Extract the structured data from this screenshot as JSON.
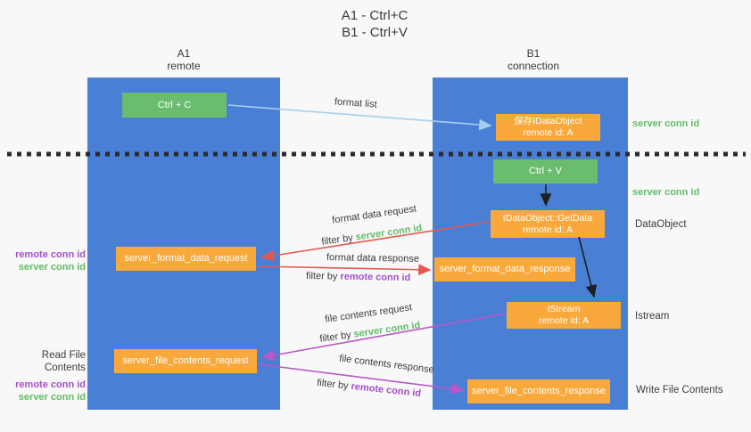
{
  "title": {
    "line1": "A1 - Ctrl+C",
    "line2": "B1 - Ctrl+V"
  },
  "columns": {
    "left": {
      "id": "A1",
      "subtitle": "remote"
    },
    "right": {
      "id": "B1",
      "subtitle": "connection"
    }
  },
  "boxes": {
    "ctrl_c": "Ctrl + C",
    "ctrl_v": "Ctrl + V",
    "save_dataobject": {
      "line1": "保存IDataObject",
      "line2": "remote id: A"
    },
    "getdata": {
      "line1": "IDataObject::GetData",
      "line2": "remote id: A"
    },
    "istream": {
      "line1": "IStream",
      "line2": "remote id: A"
    },
    "server_format_data_request": "server_format_data_request",
    "server_format_data_response": "server_format_data_response",
    "server_file_contents_request": "server_file_contents_request",
    "server_file_contents_response": "server_file_contents_response"
  },
  "arrow_labels": {
    "format_list": "format list",
    "format_data_request": "format data request",
    "filter_by_server_1": {
      "prefix": "filter by",
      "highlight": "server conn id"
    },
    "format_data_response": "format data response",
    "filter_by_remote_1": {
      "prefix": "filter by",
      "highlight": "remote conn id"
    },
    "file_contents_request": "file contents request",
    "filter_by_server_2": {
      "prefix": "filter by",
      "highlight": "server conn id"
    },
    "file_contents_response": "file contents response",
    "filter_by_remote_2": {
      "prefix": "filter by",
      "highlight": "remote conn id"
    }
  },
  "side_labels": {
    "server_conn_id_right_top": "server conn id",
    "server_conn_id_right_mid": "server conn id",
    "dataobject": "DataObject",
    "istream": "Istream",
    "write_file_contents": "Write File Contents",
    "read_file_contents": "Read File Contents",
    "remote_conn_id_left_top": "remote conn id",
    "server_conn_id_left_top": "server conn id",
    "remote_conn_id_left_bottom": "remote conn id",
    "server_conn_id_left_bottom": "server conn id"
  },
  "colors": {
    "background": "#f8f8f8",
    "lifeline_blue": "#4a7fd6",
    "box_green": "#6abc6e",
    "box_orange": "#f9a83c",
    "arrow_light_blue": "#a5cfed",
    "arrow_red": "#e4594e",
    "arrow_magenta": "#b958c6",
    "arrow_black": "#1f1f1f",
    "dotted_line": "#2b2b2b",
    "text_green": "#5fbd66",
    "text_purple": "#a64fc9",
    "text_dark": "#3c3c3c"
  }
}
